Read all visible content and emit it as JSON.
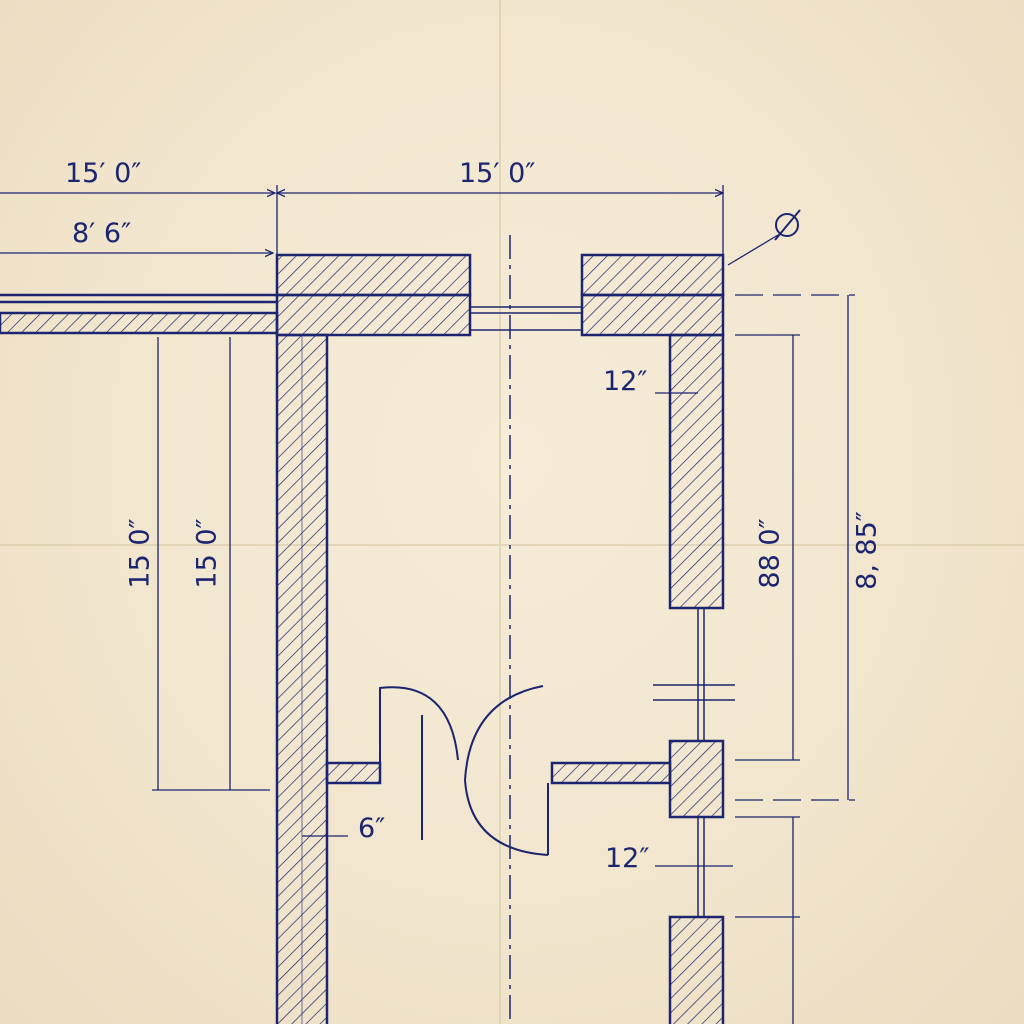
{
  "sheet": {
    "ink_color": "#1c2570",
    "paper_color": "#f3e8d2",
    "hatch": "diagonal"
  },
  "dimensions": {
    "top_left_width": "15′ 0″",
    "top_right_width": "15′ 0″",
    "top_left_sub": "8′ 6″",
    "right_wall_thickness_upper": "12″",
    "right_wall_thickness_lower": "12″",
    "left_wall_thickness": "6″",
    "left_vertical_a": "15 0″",
    "left_vertical_b": "15 0″",
    "right_vertical_inner": "88 0″",
    "right_vertical_outer": "8, 85″",
    "diameter_symbol": "∅"
  }
}
